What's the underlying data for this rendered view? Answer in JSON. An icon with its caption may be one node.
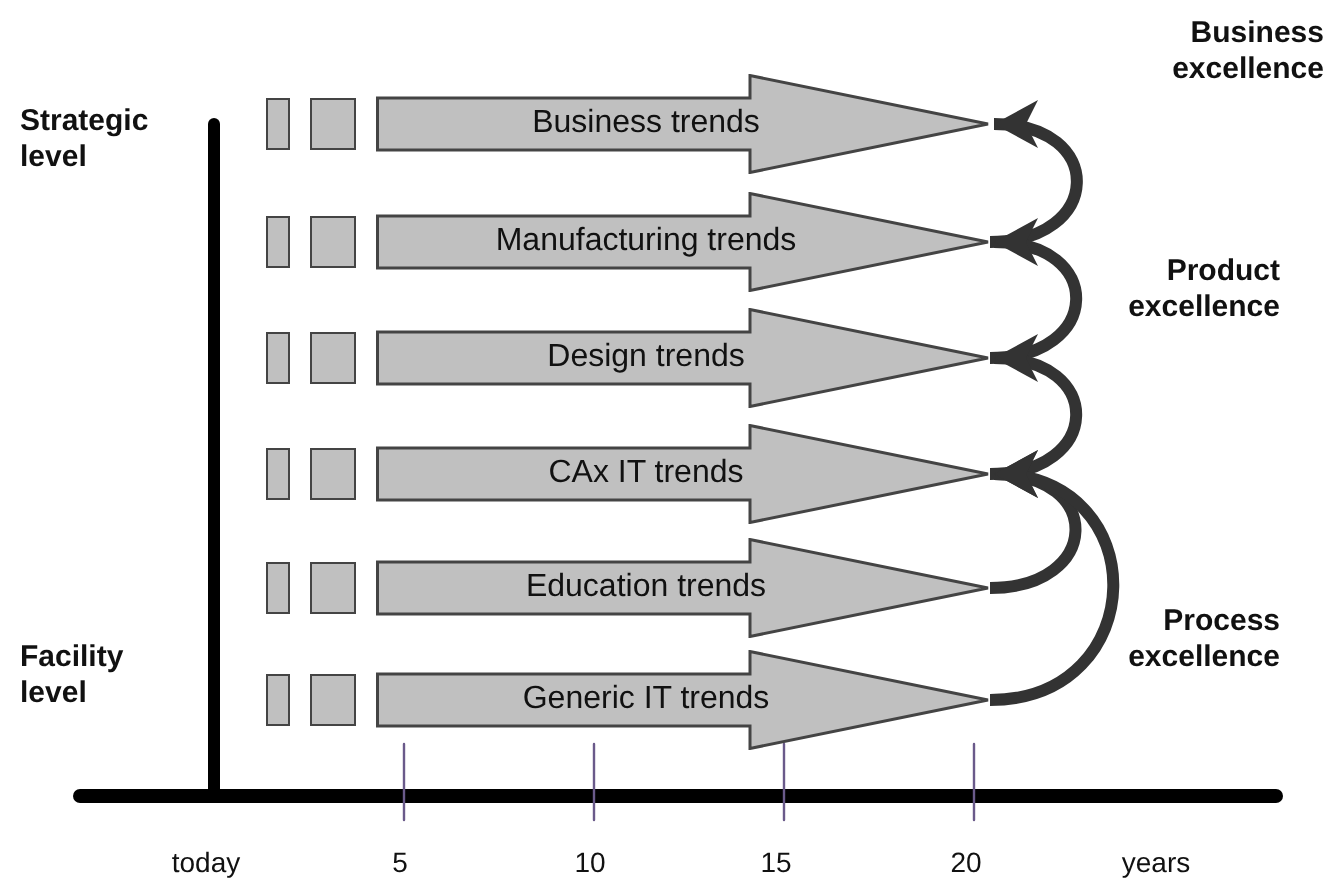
{
  "diagram": {
    "nodes": [
      {
        "text": [],
        "shape": "box"
      },
      {
        "text": [],
        "shape": "box"
      },
      {
        "text": [
          "Business trends"
        ]
      },
      {
        "text": [],
        "shape": "box"
      },
      {
        "text": [],
        "shape": "box"
      },
      {
        "text": [
          "Manufacturing trends"
        ]
      },
      {
        "text": [],
        "shape": "box"
      },
      {
        "text": [],
        "shape": "box"
      },
      {
        "text": [
          "Design trends"
        ]
      },
      {
        "text": [],
        "shape": "box"
      },
      {
        "text": [],
        "shape": "box"
      },
      {
        "text": [
          "CAx IT trends"
        ]
      },
      {
        "text": [],
        "shape": "box"
      },
      {
        "text": [],
        "shape": "box"
      },
      {
        "text": [
          "Education trends"
        ]
      },
      {
        "text": [],
        "shape": "box"
      },
      {
        "text": [],
        "shape": "box"
      },
      {
        "text": [
          "Generic IT trends"
        ]
      }
    ],
    "edges": [
      {
        "from": 5,
        "to": 2,
        "arrow": "to"
      },
      {
        "from": 8,
        "to": 5,
        "arrow": "to"
      },
      {
        "from": 11,
        "to": 8,
        "arrow": "to"
      },
      {
        "from": 14,
        "to": 11,
        "arrow": "to"
      },
      {
        "from": 17,
        "to": 11,
        "arrow": "to"
      }
    ],
    "labels": [
      "Business excellence",
      "Strategic level",
      "Product excellence",
      "Process excellence",
      "Facility level",
      "today",
      "5",
      "10",
      "15",
      "20",
      "years"
    ]
  }
}
